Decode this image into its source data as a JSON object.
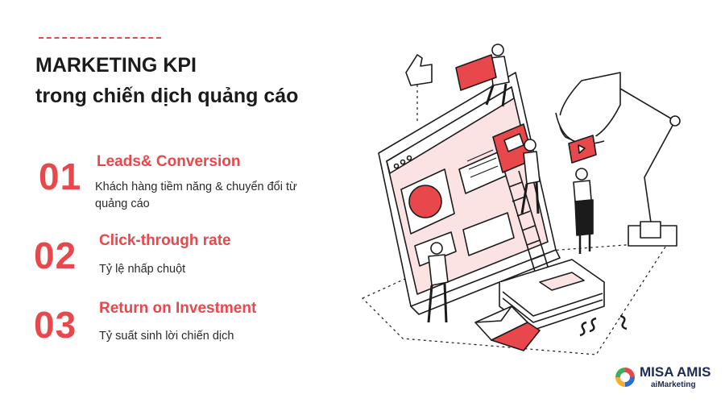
{
  "title": {
    "line1": "MARKETING KPI",
    "line2": "trong chiến dịch quảng cáo"
  },
  "items": [
    {
      "number": "01",
      "heading": "Leads& Conversion",
      "description": "Khách hàng tiềm năng & chuyển đổi từ quảng cáo"
    },
    {
      "number": "02",
      "heading": "Click-through rate",
      "description": "Tỷ lệ nhấp chuột"
    },
    {
      "number": "03",
      "heading": "Return on Investment",
      "description": "Tỷ suất sinh lời chiến dịch"
    }
  ],
  "logo": {
    "brand": "MISA AMIS",
    "product": "aiMarketing"
  },
  "colors": {
    "accent": "#e8474c",
    "text": "#1b1b1b",
    "logo": "#1d2a55"
  }
}
